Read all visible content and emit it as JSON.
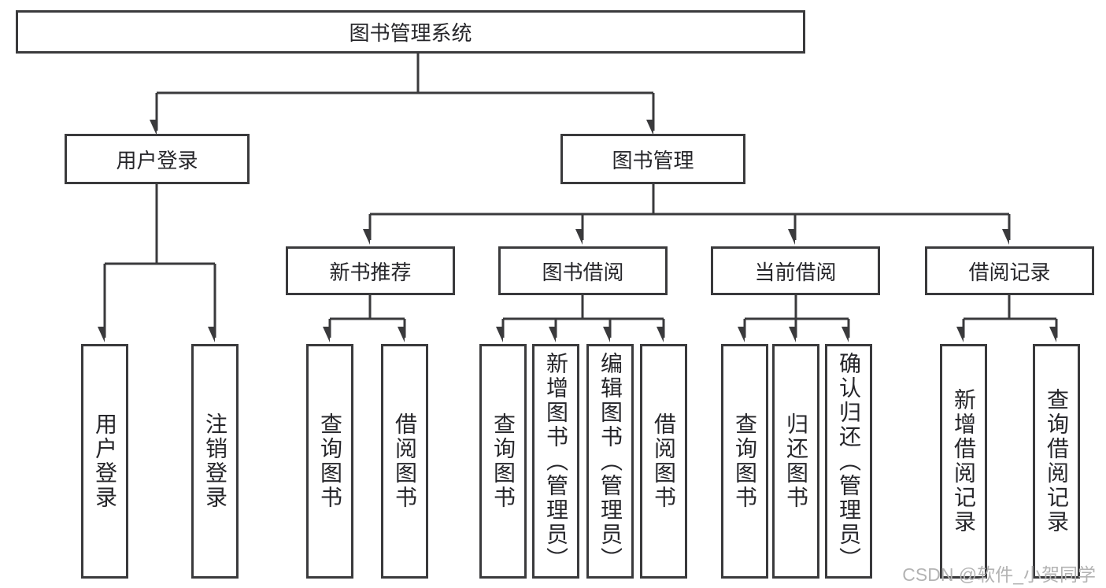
{
  "diagram": {
    "root": {
      "label": "图书管理系统",
      "children": [
        {
          "label": "用户登录",
          "children": [
            {
              "label": "用户登录"
            },
            {
              "label": "注销登录"
            }
          ]
        },
        {
          "label": "图书管理",
          "children": [
            {
              "label": "新书推荐",
              "children": [
                {
                  "label": "查询图书"
                },
                {
                  "label": "借阅图书"
                }
              ]
            },
            {
              "label": "图书借阅",
              "children": [
                {
                  "label": "查询图书"
                },
                {
                  "label": "新增图书（管理员）"
                },
                {
                  "label": "编辑图书（管理员）"
                },
                {
                  "label": "借阅图书"
                }
              ]
            },
            {
              "label": "当前借阅",
              "children": [
                {
                  "label": "查询图书"
                },
                {
                  "label": "归还图书"
                },
                {
                  "label": "确认归还（管理员）"
                }
              ]
            },
            {
              "label": "借阅记录",
              "children": [
                {
                  "label": "新增借阅记录"
                },
                {
                  "label": "查询借阅记录"
                }
              ]
            }
          ]
        }
      ]
    }
  },
  "watermark": {
    "text": "CSDN @软件_小贺同学"
  },
  "colors": {
    "line": "#3a3a3c",
    "text": "#26262a",
    "background": "#ffffff",
    "watermark": "#b3b3b3"
  }
}
